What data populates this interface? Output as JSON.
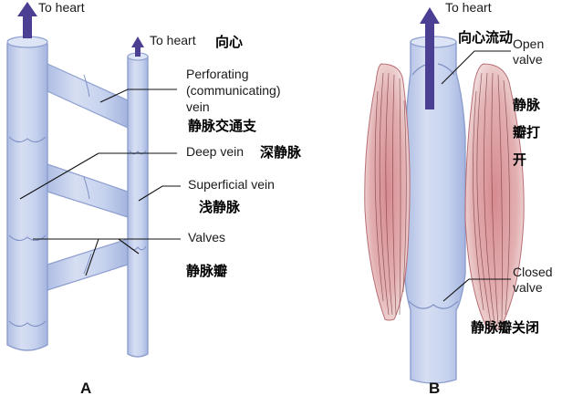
{
  "panel_a": {
    "letter": "A",
    "labels": {
      "to_heart_main": "To heart",
      "to_heart_side": "To heart",
      "to_heart_side_zh": "向心",
      "perforating": "Perforating\n(communicating)\nvein",
      "perforating_zh": "静脉交通支",
      "deep_vein": "Deep vein",
      "deep_vein_zh": "深静脉",
      "superficial": "Superficial vein",
      "superficial_zh": "浅静脉",
      "valves": "Valves",
      "valves_zh": "静脉瓣"
    }
  },
  "panel_b": {
    "letter": "B",
    "labels": {
      "to_heart": "To heart",
      "flow_zh": "向心流动",
      "open_valve": "Open\nvalve",
      "open_zh": "静脉\n瓣打\n开",
      "closed_valve": "Closed\nvalve",
      "closed_zh": "静脉瓣关闭"
    }
  },
  "colors": {
    "vein_fill": "#c9d5ee",
    "vein_edge": "#8e9fcf",
    "arrow": "#4b3f93",
    "muscle": "#d9979b"
  }
}
